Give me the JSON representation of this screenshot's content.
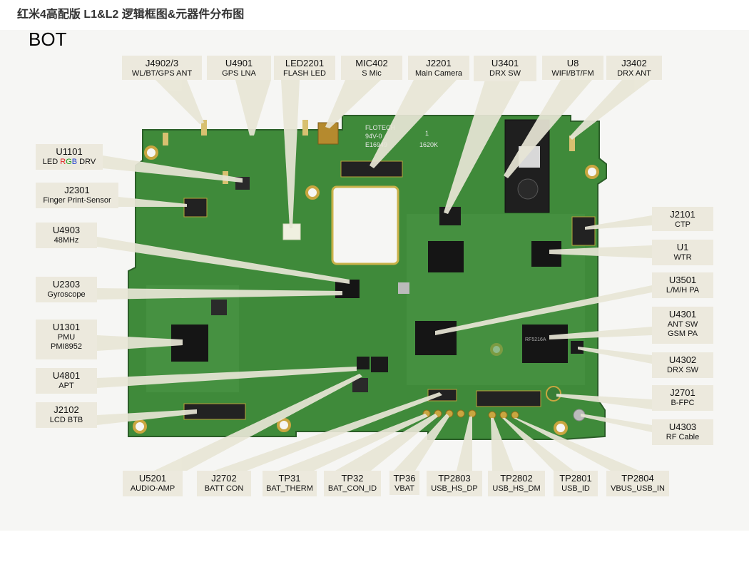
{
  "title": "红米4高配版 L1&L2 逻辑框图&元器件分布图",
  "side": "BOT",
  "labels": {
    "j4902": {
      "ref": "J4902/3",
      "desc": "WL/BT/GPS ANT"
    },
    "u4901": {
      "ref": "U4901",
      "desc": "GPS LNA"
    },
    "led2201": {
      "ref": "LED2201",
      "desc": "FLASH LED"
    },
    "mic402": {
      "ref": "MIC402",
      "desc": "S Mic"
    },
    "j2201": {
      "ref": "J2201",
      "desc": "Main Camera"
    },
    "u3401": {
      "ref": "U3401",
      "desc": "DRX SW"
    },
    "u8": {
      "ref": "U8",
      "desc": "WIFI/BT/FM"
    },
    "j3402": {
      "ref": "J3402",
      "desc": "DRX ANT"
    },
    "u1101": {
      "ref": "U1101",
      "desc_pre": "LED ",
      "r": "R",
      "g": "G",
      "b": "B",
      "desc_post": " DRV"
    },
    "j2301": {
      "ref": "J2301",
      "desc": "Finger Print-Sensor"
    },
    "u4903": {
      "ref": "U4903",
      "desc": "48MHz"
    },
    "u2303": {
      "ref": "U2303",
      "desc": "Gyroscope"
    },
    "u1301": {
      "ref": "U1301",
      "desc": "PMU",
      "desc2": "PMI8952"
    },
    "u4801": {
      "ref": "U4801",
      "desc": "APT"
    },
    "j2102": {
      "ref": "J2102",
      "desc": "LCD BTB"
    },
    "j2101": {
      "ref": "J2101",
      "desc": "CTP"
    },
    "u1": {
      "ref": "U1",
      "desc": "WTR"
    },
    "u3501": {
      "ref": "U3501",
      "desc": "L/M/H PA"
    },
    "u4301": {
      "ref": "U4301",
      "desc": "ANT SW",
      "desc2": "GSM PA"
    },
    "u4302": {
      "ref": "U4302",
      "desc": "DRX SW"
    },
    "j2701": {
      "ref": "J2701",
      "desc": "B-FPC"
    },
    "u4303": {
      "ref": "U4303",
      "desc": "RF Cable"
    },
    "u5201": {
      "ref": "U5201",
      "desc": "AUDIO-AMP"
    },
    "j2702": {
      "ref": "J2702",
      "desc": "BATT CON"
    },
    "tp31": {
      "ref": "TP31",
      "desc": "BAT_THERM"
    },
    "tp32": {
      "ref": "TP32",
      "desc": "BAT_CON_ID"
    },
    "tp36": {
      "ref": "TP36",
      "desc": "VBAT"
    },
    "tp2803": {
      "ref": "TP2803",
      "desc": "USB_HS_DP"
    },
    "tp2802": {
      "ref": "TP2802",
      "desc": "USB_HS_DM"
    },
    "tp2801": {
      "ref": "TP2801",
      "desc": "USB_ID"
    },
    "tp2804": {
      "ref": "TP2804",
      "desc": "VBUS_USB_IN"
    }
  },
  "board_marks": {
    "silk1": "FLOTECH",
    "silk2": "94V-0",
    "silk3": "E16949",
    "silk4": "1620K",
    "silk5": "1",
    "chip1": "RF5216A"
  },
  "colors": {
    "board": "#3f8a3a",
    "board_dark": "#2f6f2c",
    "label_bg": "#ece9dd",
    "leader": "#e8e6d6"
  }
}
